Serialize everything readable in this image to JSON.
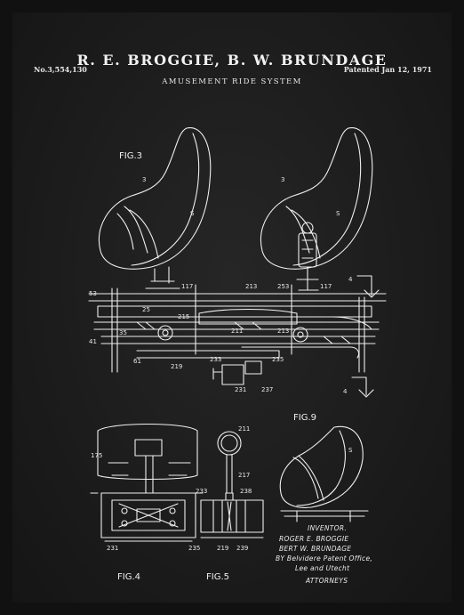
{
  "header": {
    "patent_number": "No.3,554,130",
    "inventors": "R. E. BROGGIE, B. W. BRUNDAGE",
    "patent_date": "Patented Jan 12, 1971",
    "title": "AMUSEMENT RIDE SYSTEM"
  },
  "figures": {
    "fig3": "FIG.3",
    "fig4": "FIG.4",
    "fig5": "FIG.5",
    "fig9": "FIG.9"
  },
  "inventor_block": {
    "heading": "INVENTOR.",
    "name1": "ROGER E. BROGGIE",
    "name2": "BERT W. BRUNDAGE",
    "by_line": "BY Belvidere Patent Office,",
    "firm": "Lee and Utecht",
    "attorneys": "ATTORNEYS"
  },
  "reference_numerals": {
    "n3a": "3",
    "n3b": "3",
    "s1": "S",
    "s2": "S",
    "n117a": "117",
    "n117b": "117",
    "n213": "213",
    "n253": "253",
    "n35": "35",
    "n25": "25",
    "n215": "215",
    "n211": "211",
    "n213b": "213",
    "n41": "41",
    "n61": "61",
    "n219": "219",
    "n233": "233",
    "n235": "235",
    "n231": "231",
    "n237": "237",
    "n4a": "4",
    "n4b": "4",
    "f5_211": "211",
    "f5_217": "217",
    "f5_233": "233",
    "f5_238": "238",
    "f5_235": "235",
    "f5_219": "219",
    "f5_239": "239",
    "f9_s": "S",
    "f9_53": "53",
    "f4_175": "175",
    "f4_231": "231"
  },
  "colors": {
    "frame": "#111111",
    "board": "#1e1e1e",
    "ink": "#f0f0f0"
  }
}
